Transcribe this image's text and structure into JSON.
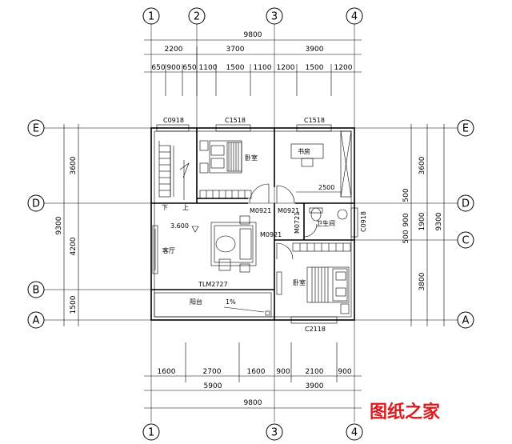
{
  "axes": {
    "vertical": [
      "1",
      "2",
      "3",
      "4"
    ],
    "horizontal": [
      "E",
      "D",
      "C",
      "B",
      "A"
    ]
  },
  "dims_top": {
    "total": "9800",
    "row2": [
      "2200",
      "3700",
      "3900"
    ],
    "row3": [
      "650",
      "900",
      "650",
      "1100",
      "1500",
      "1100",
      "1200",
      "1500",
      "1200"
    ]
  },
  "dims_bottom": {
    "row1": [
      "1600",
      "2700",
      "1600",
      "900",
      "2100",
      "900"
    ],
    "row2": [
      "5900",
      "3900"
    ],
    "total": "9800"
  },
  "dims_left": {
    "segments": [
      "3600",
      "4200",
      "1500"
    ],
    "total": "9300"
  },
  "dims_right": {
    "segments": [
      "3600",
      "500",
      "900",
      "500",
      "3800"
    ],
    "seg_1900": "1900",
    "total": "9300"
  },
  "labels": {
    "window_c0918_top": "C0918",
    "window_c1518_left": "C1518",
    "window_c1518_right": "C1518",
    "window_c0918_right": "C0918",
    "window_c2118": "C2118",
    "door_m0921_a": "M0921",
    "door_m0921_b": "M0921",
    "door_m0921_c": "M0921",
    "door_m0721": "M0721",
    "door_tlm2727": "TLM2727",
    "dim_2500": "2500",
    "level": "3.600",
    "slope": "1%",
    "stair_down": "下",
    "stair_up": "上"
  },
  "rooms": {
    "bedroom_top": "卧室",
    "study": "书房",
    "study_desk": "书房",
    "living": "客厅",
    "bathroom": "卫生间",
    "bedroom_bottom": "卧室",
    "balcony": "阳台"
  },
  "watermark": "图纸之家"
}
